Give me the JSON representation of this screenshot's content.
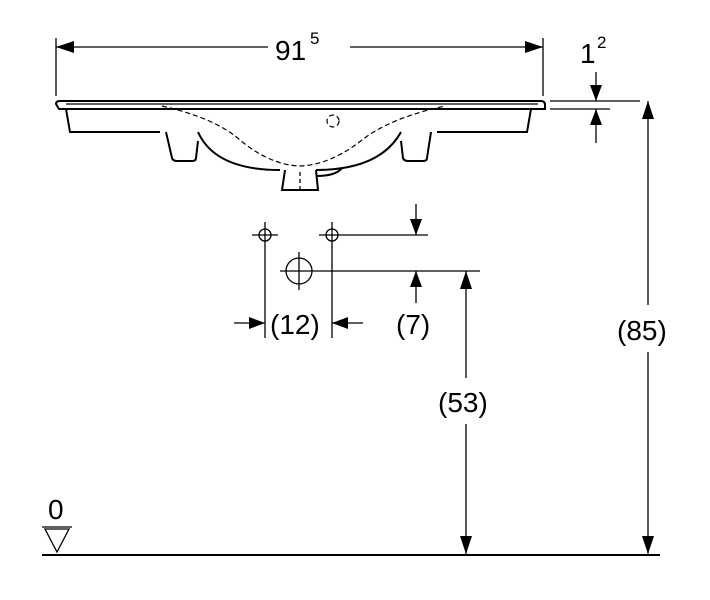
{
  "dimensions": {
    "width_main": "91",
    "width_sup": "5",
    "rim_main": "1",
    "rim_sup": "2",
    "tap_spacing": "(12)",
    "tap_offset": "(7)",
    "drain_height": "(53)",
    "total_height": "(85)",
    "floor_level": "0"
  },
  "colors": {
    "line": "#000000",
    "background": "#ffffff"
  }
}
